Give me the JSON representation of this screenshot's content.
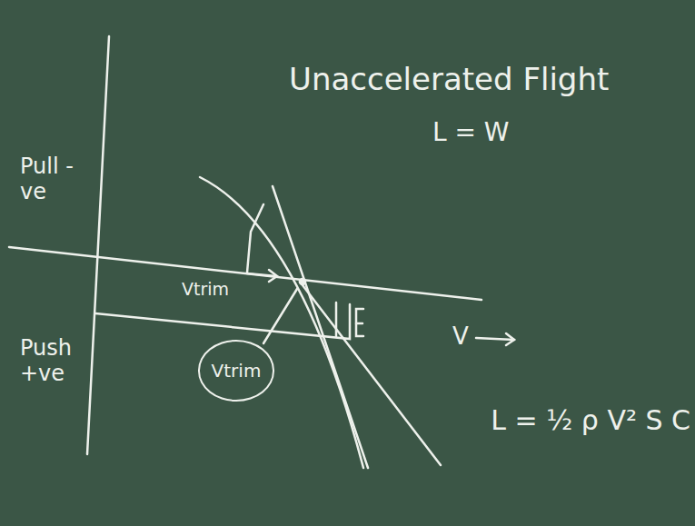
{
  "diagram": {
    "nodes": [
      {
        "text": [
          "Vtrim"
        ]
      }
    ],
    "labels": [
      "Unaccelerated Flight",
      "L = W",
      "Pull -ve",
      "Push +ve",
      "Vtrim",
      "V",
      "L = ½ ρ V² S C"
    ]
  }
}
